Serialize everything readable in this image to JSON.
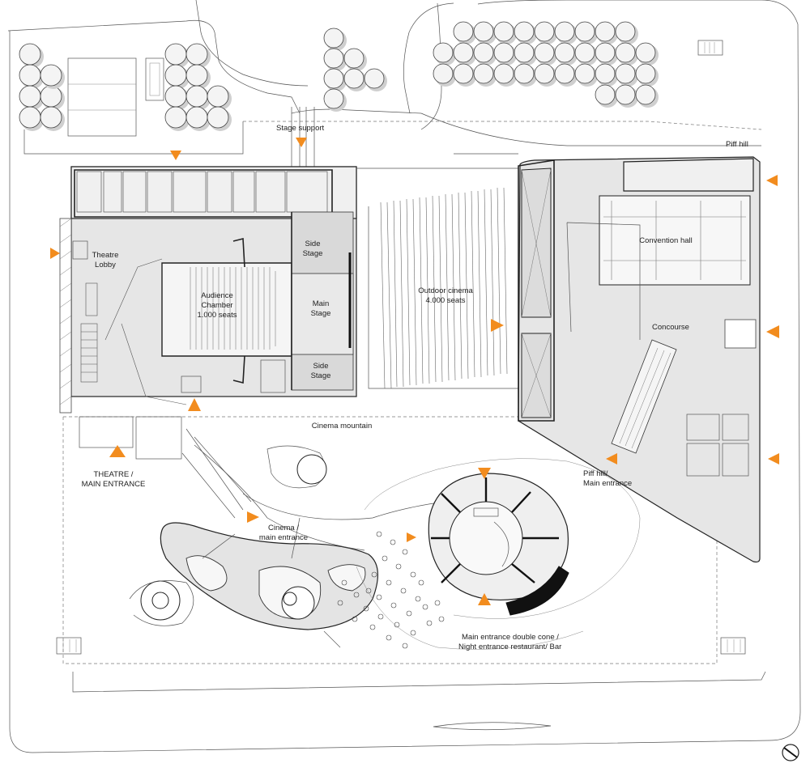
{
  "labels": {
    "piff_hill": "Piff hill",
    "stage_support": "Stage support",
    "theatre_lobby_1": "Theatre",
    "theatre_lobby_2": "Lobby",
    "audience_1": "Audience",
    "audience_2": "Chamber",
    "audience_3": "1.000 seats",
    "side_stage_top_1": "Side",
    "side_stage_top_2": "Stage",
    "main_stage_1": "Main",
    "main_stage_2": "Stage",
    "side_stage_bottom_1": "Side",
    "side_stage_bottom_2": "Stage",
    "outdoor_cinema_1": "Outdoor cinema",
    "outdoor_cinema_2": "4.000 seats",
    "convention_hall": "Convention hall",
    "concourse": "Concourse",
    "cinema_mountain": "Cinema mountain",
    "theatre_entrance_1": "THEATRE /",
    "theatre_entrance_2": "MAIN ENTRANCE",
    "piff_entrance_1": "Piff hill/",
    "piff_entrance_2": "Main entrance",
    "cinema_entrance_1": "Cinema /",
    "cinema_entrance_2": "main entrance",
    "double_cone_1": "Main entrance double cone /",
    "double_cone_2": "Night entrance restaurant/ Bar"
  },
  "colors": {
    "arrow": "#f28c1e",
    "building_fill": "#e6e6e6",
    "line": "#222222"
  },
  "icons": [
    "north-arrow-icon",
    "entrance-arrow-icon",
    "tree-icon",
    "stair-icon"
  ]
}
